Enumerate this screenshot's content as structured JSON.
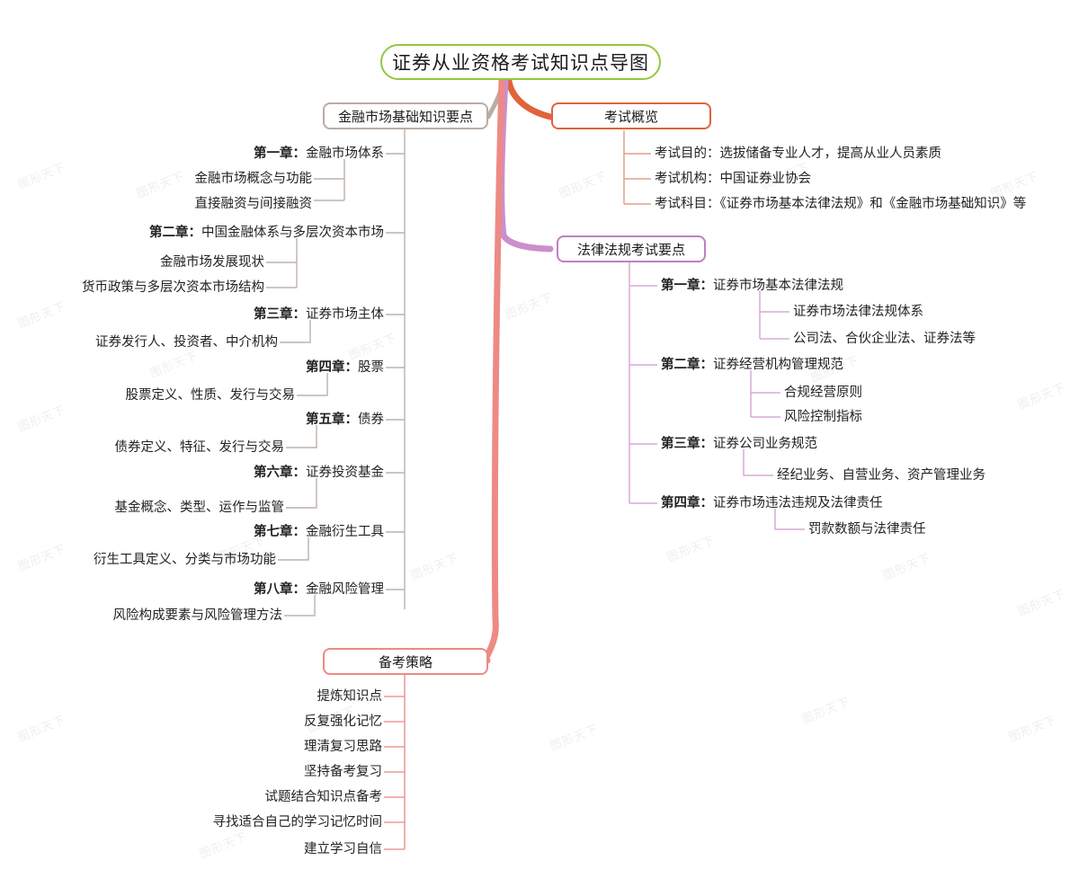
{
  "meta": {
    "watermark": "图形天下",
    "colors": {
      "root_border": "#93c83e",
      "exam_overview_border": "#e0633c",
      "finance_border": "#b9aca4",
      "law_border": "#c07fc0",
      "strategy_border": "#ee8a85",
      "background": "#ffffff",
      "text": "#222222"
    }
  },
  "root": {
    "title": "证券从业资格考试知识点导图"
  },
  "branches": {
    "finance": {
      "title": "金融市场基础知识要点",
      "chapters": [
        {
          "label": "第一章：",
          "title": "金融市场体系",
          "items": [
            "金融市场概念与功能",
            "直接融资与间接融资"
          ]
        },
        {
          "label": "第二章：",
          "title": "中国金融体系与多层次资本市场",
          "items": [
            "金融市场发展现状",
            "货币政策与多层次资本市场结构"
          ]
        },
        {
          "label": "第三章：",
          "title": "证券市场主体",
          "items": [
            "证券发行人、投资者、中介机构"
          ]
        },
        {
          "label": "第四章：",
          "title": "股票",
          "items": [
            "股票定义、性质、发行与交易"
          ]
        },
        {
          "label": "第五章：",
          "title": "债券",
          "items": [
            "债券定义、特征、发行与交易"
          ]
        },
        {
          "label": "第六章：",
          "title": "证券投资基金",
          "items": [
            "基金概念、类型、运作与监管"
          ]
        },
        {
          "label": "第七章：",
          "title": "金融衍生工具",
          "items": [
            "衍生工具定义、分类与市场功能"
          ]
        },
        {
          "label": "第八章：",
          "title": "金融风险管理",
          "items": [
            "风险构成要素与风险管理方法"
          ]
        }
      ]
    },
    "overview": {
      "title": "考试概览",
      "items": [
        "考试目的：选拔储备专业人才，提高从业人员素质",
        "考试机构：中国证券业协会",
        "考试科目：《证券市场基本法律法规》和《金融市场基础知识》等"
      ]
    },
    "law": {
      "title": "法律法规考试要点",
      "chapters": [
        {
          "label": "第一章：",
          "title": "证券市场基本法律法规",
          "items": [
            "证券市场法律法规体系",
            "公司法、合伙企业法、证券法等"
          ]
        },
        {
          "label": "第二章：",
          "title": "证券经营机构管理规范",
          "items": [
            "合规经营原则",
            "风险控制指标"
          ]
        },
        {
          "label": "第三章：",
          "title": "证券公司业务规范",
          "items": [
            "经纪业务、自营业务、资产管理业务"
          ]
        },
        {
          "label": "第四章：",
          "title": "证券市场违法违规及法律责任",
          "items": [
            "罚款数额与法律责任"
          ]
        }
      ]
    },
    "strategy": {
      "title": "备考策略",
      "items": [
        "提炼知识点",
        "反复强化记忆",
        "理清复习思路",
        "坚持备考复习",
        "试题结合知识点备考",
        "寻找适合自己的学习记忆时间",
        "建立学习自信"
      ]
    }
  }
}
